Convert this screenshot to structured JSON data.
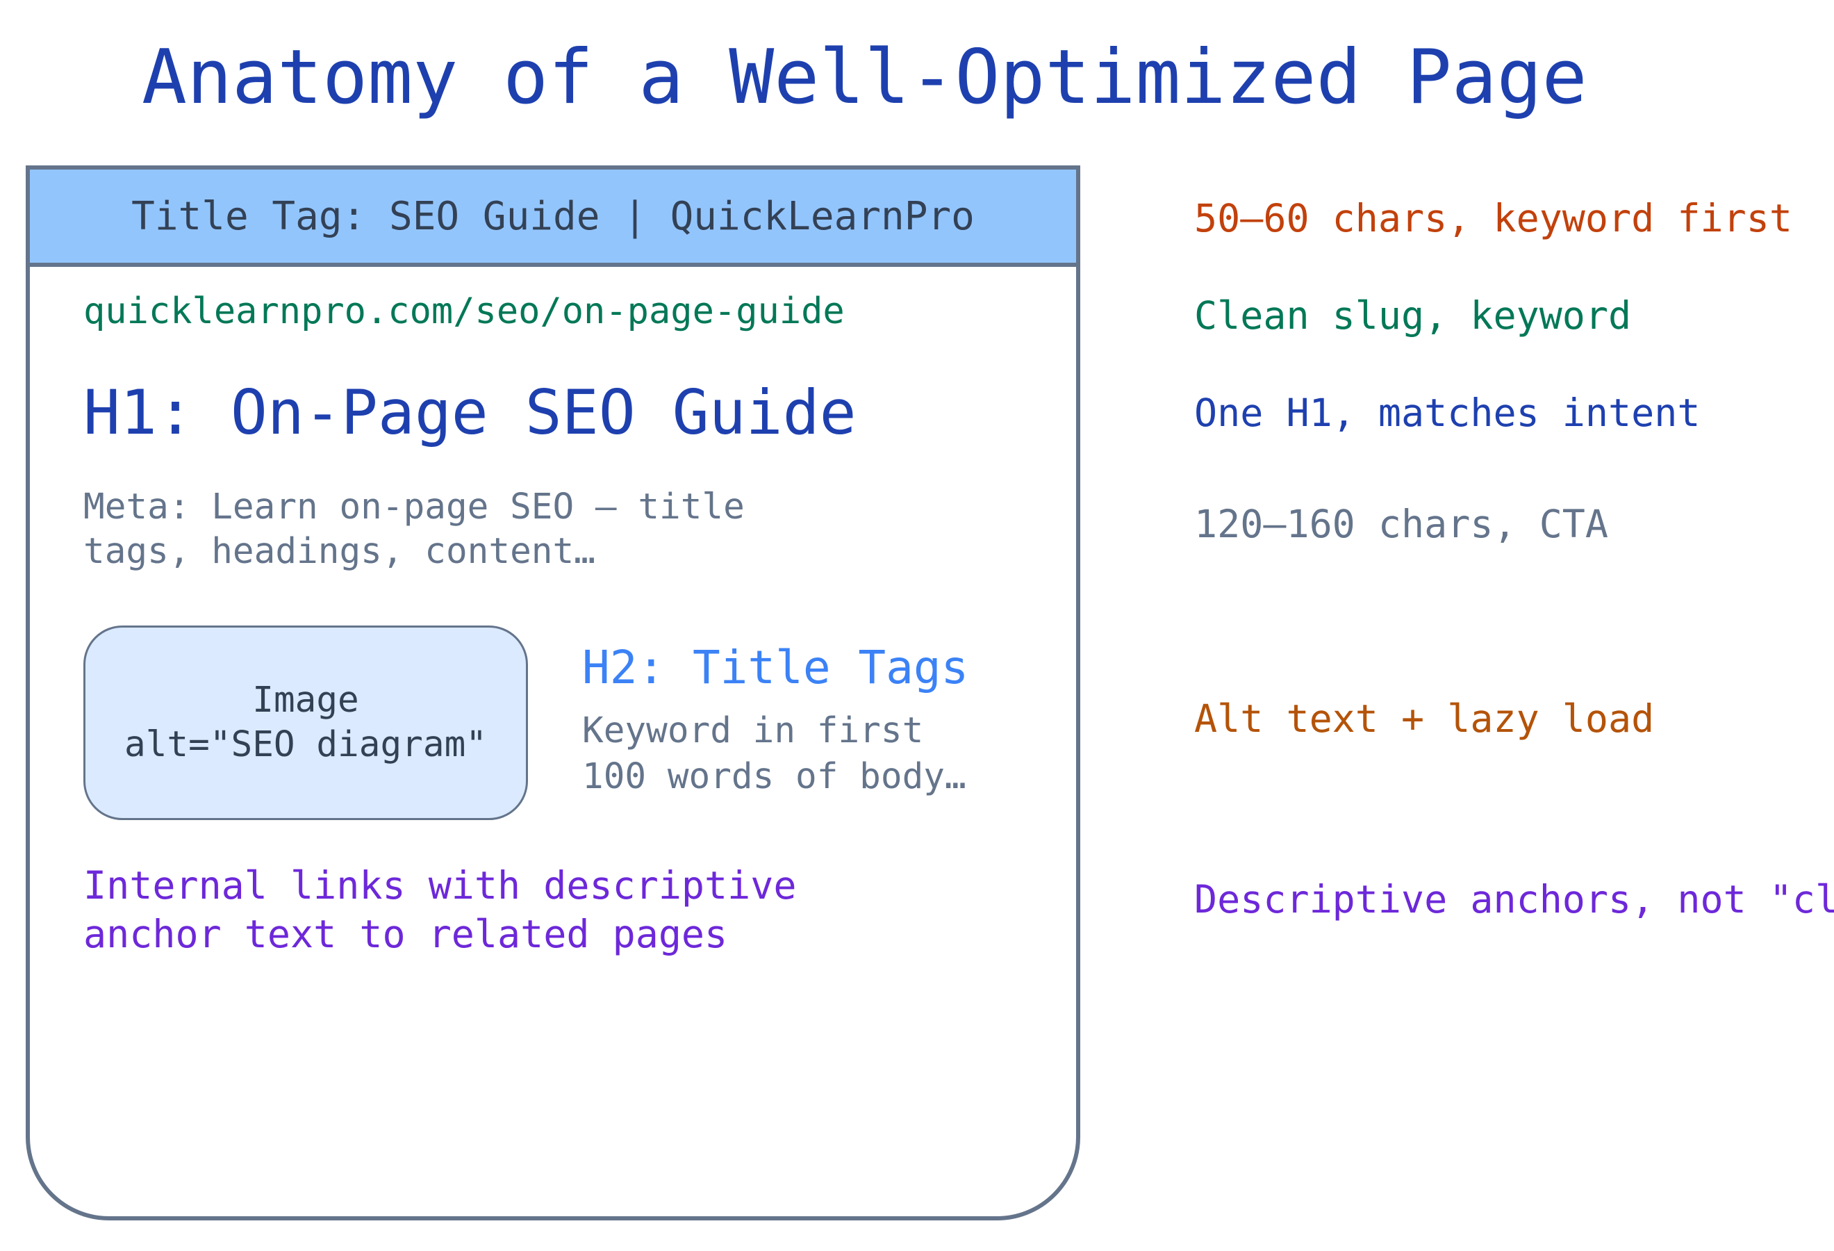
{
  "title": "Anatomy of a Well-Optimized Page",
  "page_card": {
    "title_tag": "Title Tag: SEO Guide | QuickLearnPro",
    "url": "quicklearnpro.com/seo/on-page-guide",
    "h1": "H1: On-Page SEO Guide",
    "meta_lines": [
      "Meta: Learn on-page SEO — title",
      "tags, headings, content…"
    ],
    "image_lines": [
      "Image",
      "alt=\"SEO diagram\""
    ],
    "h2": "H2: Title Tags",
    "body_lines": [
      "Keyword in first",
      "100 words of body…"
    ],
    "links_lines": [
      "Internal links with descriptive",
      "anchor text to related pages"
    ]
  },
  "annotations": {
    "title_tag": "50–60 chars, keyword first",
    "url": "Clean slug, keyword",
    "h1": "One H1, matches intent",
    "meta": "120–160 chars, CTA",
    "image": "Alt text + lazy load",
    "links": "Descriptive anchors, not \"click here\""
  },
  "colors": {
    "heading_blue": "#1e40af",
    "title_bar_fill": "#93c5fd",
    "url_green": "#047857",
    "h2_blue": "#3b82f6",
    "muted_gray": "#64748b",
    "image_fill": "#dbeafe",
    "link_purple": "#6d28d9",
    "title_note_orange": "#c2410c",
    "image_note_amber": "#b45309"
  }
}
